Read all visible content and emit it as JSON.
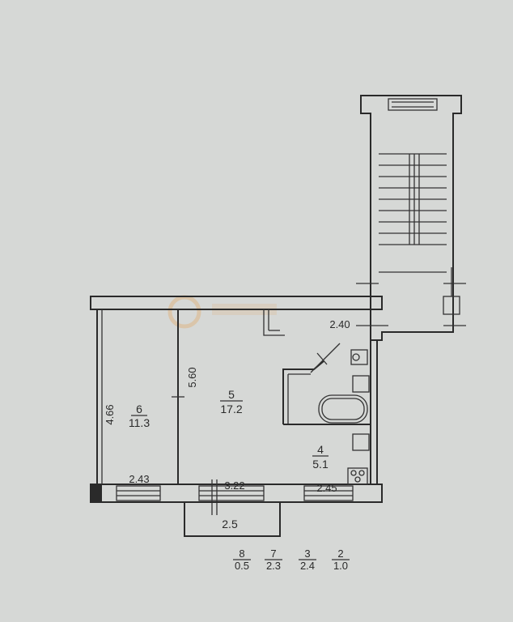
{
  "plan": {
    "colors": {
      "paper": "#d6d8d6",
      "ink": "#2a2a2a",
      "watermark": "#e3a25a"
    },
    "rooms": [
      {
        "number": "6",
        "area": "11.3"
      },
      {
        "number": "5",
        "area": "17.2"
      },
      {
        "number": "4",
        "area": "5.1"
      }
    ],
    "dimensions": {
      "room6_height": "4.66",
      "room5_height": "5.60",
      "stair_width": "2.40",
      "window_left": "2.43",
      "window_middle": "3.22",
      "window_right": "2.45",
      "balcony": "2.5"
    },
    "legend": [
      {
        "number": "8",
        "area": "0.5"
      },
      {
        "number": "7",
        "area": "2.3"
      },
      {
        "number": "3",
        "area": "2.4"
      },
      {
        "number": "2",
        "area": "1.0"
      }
    ]
  }
}
